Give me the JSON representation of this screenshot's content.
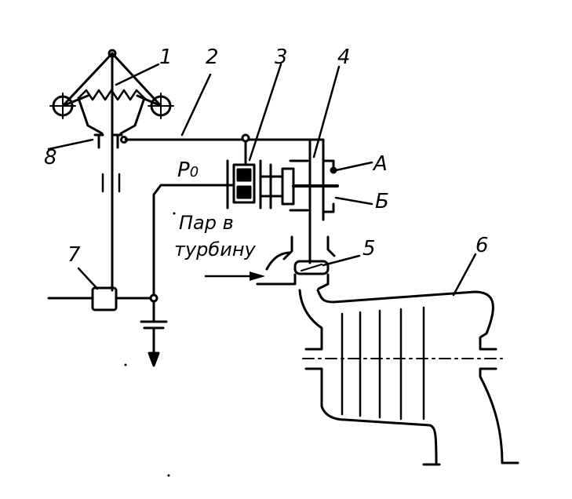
{
  "labels": {
    "n1": "1",
    "n2": "2",
    "n3": "3",
    "n4": "4",
    "n5": "5",
    "n6": "6",
    "n7": "7",
    "n8": "8",
    "A": "А",
    "B": "Б",
    "p0": "P",
    "p0_sub": "0",
    "steam_line1": "Пар в",
    "steam_line2": "турбину"
  }
}
